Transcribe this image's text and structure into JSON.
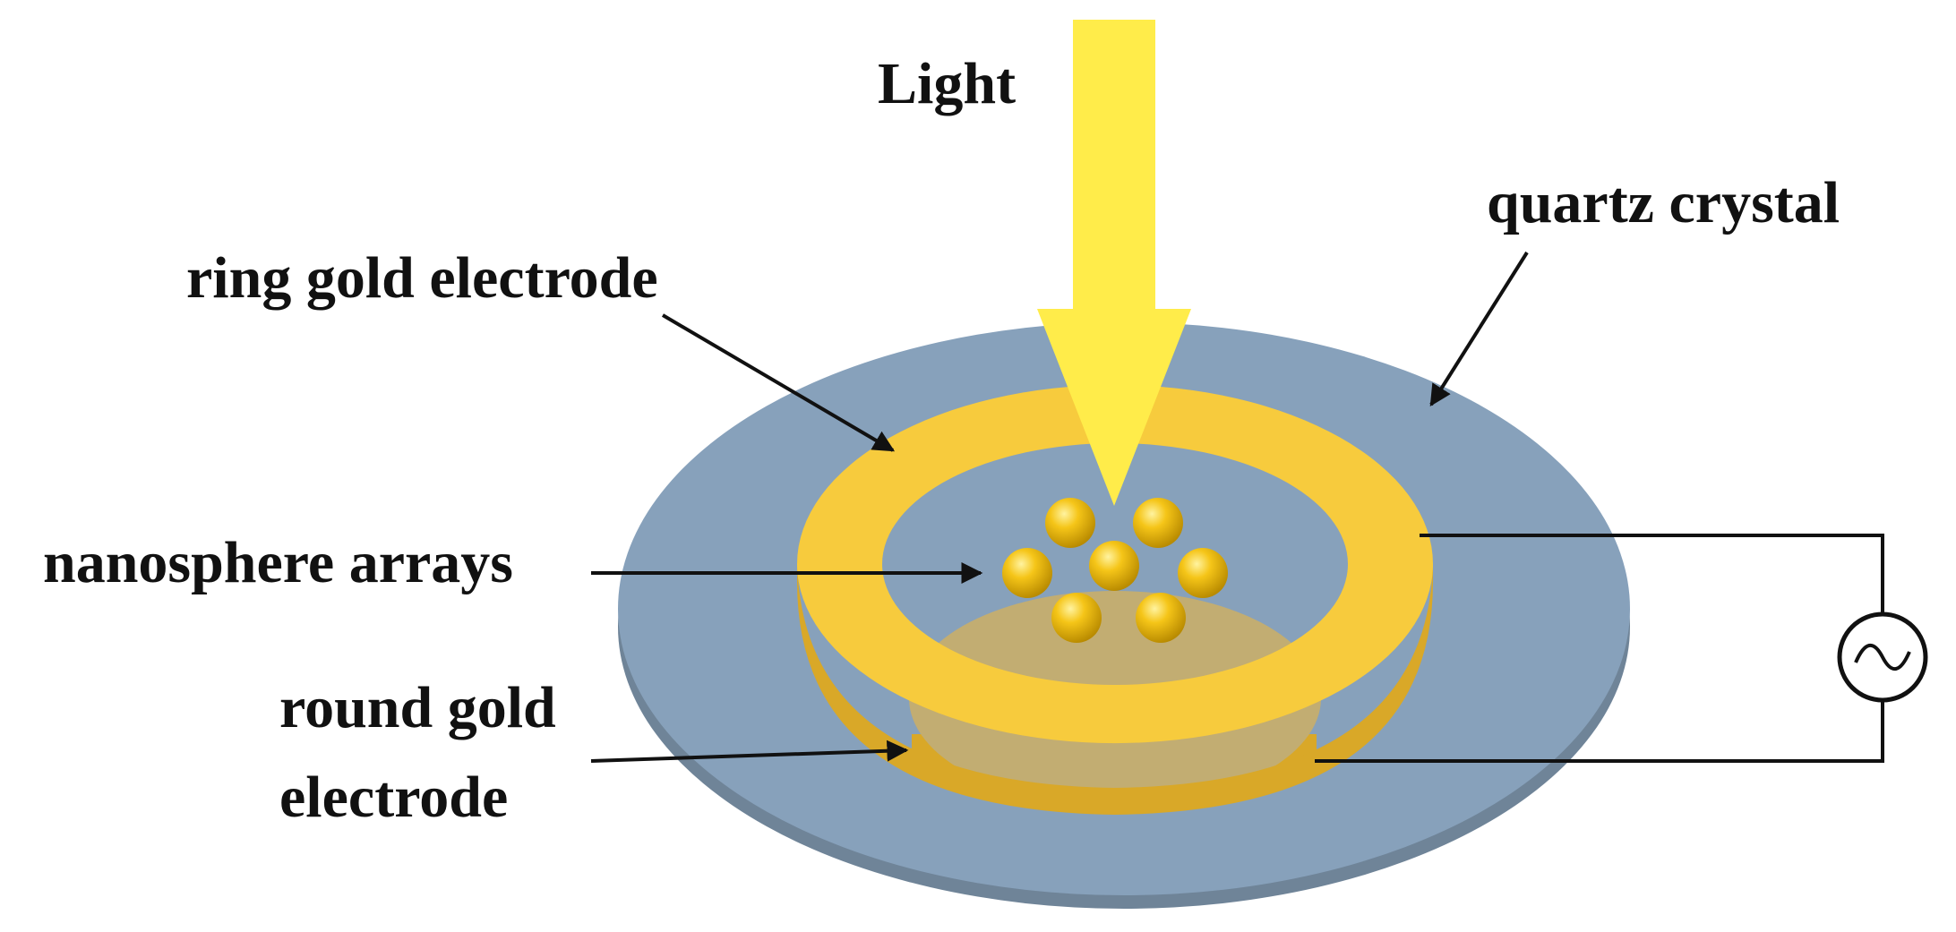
{
  "labels": {
    "light": "Light",
    "quartz_crystal": "quartz crystal",
    "ring_gold_electrode": "ring gold electrode",
    "nanosphere_arrays": "nanosphere arrays",
    "round_gold_line1": "round gold",
    "round_gold_line2": "electrode"
  },
  "colors": {
    "quartz_top": "#87a1bb",
    "quartz_edge": "#6f8498",
    "ring_gold": "#f7cb3d",
    "ring_gold_dark": "#d9a828",
    "round_gold": "#c2ad72",
    "light_arrow": "#ffec4a",
    "nanosphere": "#f5c518",
    "line": "#111111"
  },
  "icons": {
    "ac_source": "ac-source-icon"
  }
}
